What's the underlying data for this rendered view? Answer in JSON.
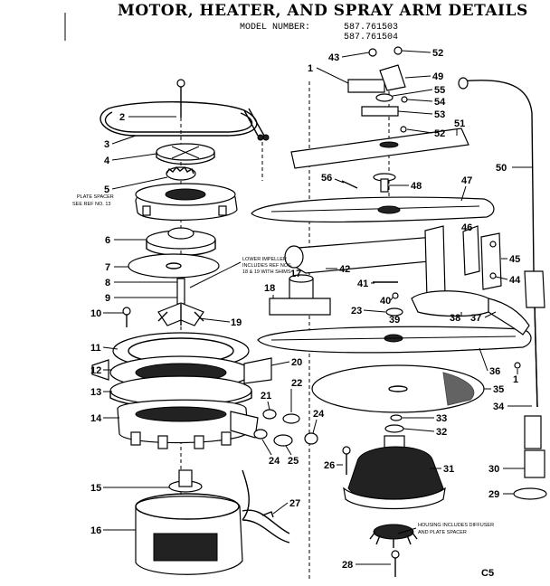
{
  "header": {
    "title": "MOTOR, HEATER, AND SPRAY ARM DETAILS",
    "model_label": "MODEL NUMBER:",
    "model_numbers": [
      "587.761503",
      "587.761504"
    ]
  },
  "notes": {
    "plate_spacer": [
      "PLATE SPACER",
      "SEE REF NO. 13"
    ],
    "lower_impeller": [
      "LOWER IMPELLER",
      "INCLUDES REF NOS.",
      "18 & 19 WITH SHIMS"
    ],
    "housing": [
      "HOUSING INCLUDES DIFFUSER",
      "AND PLATE SPACER"
    ]
  },
  "footer": {
    "code": "C5"
  },
  "callouts": {
    "c1": "1",
    "c2": "2",
    "c3": "3",
    "c4": "4",
    "c5": "5",
    "c6": "6",
    "c7": "7",
    "c8": "8",
    "c9": "9",
    "c10": "10",
    "c11": "11",
    "c12": "12",
    "c13": "13",
    "c14": "14",
    "c15": "15",
    "c16": "16",
    "c17": "17",
    "c18": "18",
    "c19": "19",
    "c20": "20",
    "c21": "21",
    "c22": "22",
    "c23": "23",
    "c24a": "24",
    "c24b": "24",
    "c25": "25",
    "c26": "26",
    "c27": "27",
    "c28": "28",
    "c29": "29",
    "c30": "30",
    "c31": "31",
    "c32": "32",
    "c33": "33",
    "c34": "34",
    "c35": "35",
    "c36": "36",
    "c37": "37",
    "c38": "38",
    "c39": "39",
    "c40": "40",
    "c41": "41",
    "c42": "42",
    "c43": "43",
    "c44": "44",
    "c45": "45",
    "c46": "46",
    "c47": "47",
    "c48": "48",
    "c49": "49",
    "c50": "50",
    "c51": "51",
    "c52a": "52",
    "c52b": "52",
    "c53": "53",
    "c54": "54",
    "c55": "55",
    "c56": "56",
    "c1b": "1"
  }
}
